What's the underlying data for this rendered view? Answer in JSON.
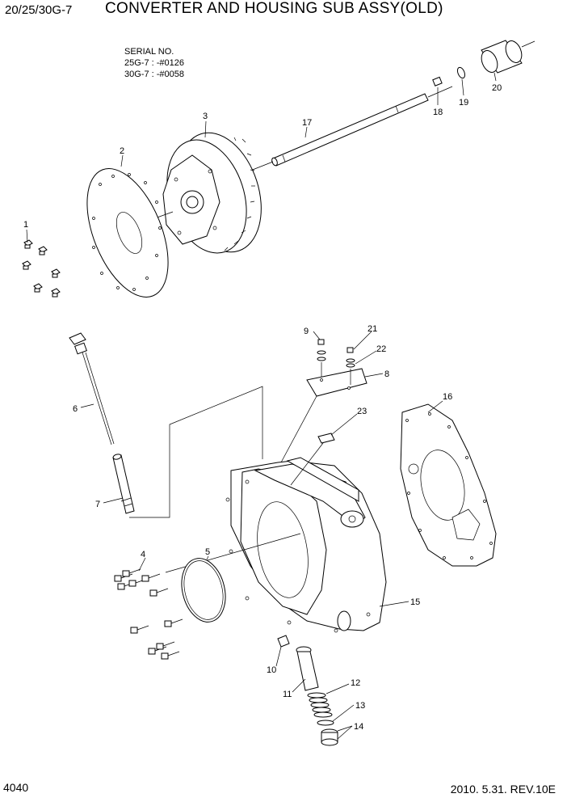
{
  "header": {
    "model": "20/25/30G-7",
    "title": "CONVERTER AND HOUSING SUB ASSY(OLD)"
  },
  "serial_note": {
    "heading": "SERIAL NO.",
    "lines": [
      "25G-7 : -#0126",
      "30G-7 : -#0058"
    ]
  },
  "callouts": [
    "1",
    "2",
    "3",
    "4",
    "5",
    "6",
    "7",
    "8",
    "9",
    "10",
    "11",
    "12",
    "13",
    "14",
    "15",
    "16",
    "17",
    "18",
    "19",
    "20",
    "21",
    "22",
    "23"
  ],
  "footer": {
    "page_number": "4040",
    "revision": "2010. 5.31.  REV.10E"
  }
}
